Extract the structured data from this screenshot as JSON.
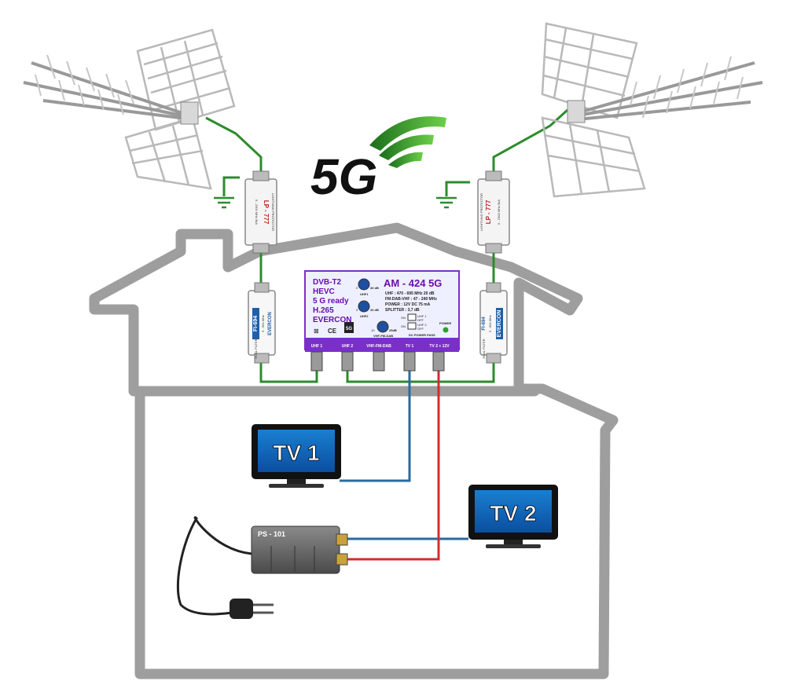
{
  "logo_5g": "5G",
  "amplifier": {
    "model": "AM - 424 5G",
    "features": [
      "DVB-T2",
      "HEVC",
      "5 G ready",
      "H.265",
      "EVERCON"
    ],
    "specs": [
      "UHF : 470 - 695 MHz 20 dB",
      "FM-DAB-VHF : 47 - 240 MHz",
      "POWER : 12V DC 75 mA",
      "SPLITTER : 3,7 dB"
    ],
    "knobs": {
      "uhf1": {
        "label": "UHF1",
        "min": "0",
        "max": "30 dB"
      },
      "uhf2": {
        "label": "UHF2",
        "min": "0",
        "max": "20 dB"
      },
      "vhf": {
        "label": "VHF-FM-DAB",
        "min": "10",
        "max": "25dB"
      }
    },
    "switches": [
      {
        "on": "ON",
        "label": "UHF 1",
        "off": "OFF"
      },
      {
        "on": "ON",
        "label": "UHF 2",
        "off": "OFF"
      }
    ],
    "dc_power_pass": "DC POWER PASS",
    "power_led": "POWER",
    "badge": "5G",
    "ports": [
      "UHF 1",
      "UHF 2",
      "VHF-FM-DAB",
      "TV 1",
      "TV 2 + 12V"
    ]
  },
  "protector": {
    "brand": "LP - 777",
    "subtitle": "LIGHTNING PROTECTOR",
    "range": "5 - 2300 MHz  5kA"
  },
  "filter": {
    "model": "FI-694",
    "brand": "EVERCON",
    "subtitle": "DUAL FILTER",
    "range": "5 - 694 MHz"
  },
  "tv1_label": "TV 1",
  "tv2_label": "TV 2",
  "power_supply": "PS - 101",
  "colors": {
    "house": "#9e9e9e",
    "green_cable": "#2e8b2e",
    "blue_cable": "#2a6aa0",
    "red_cable": "#cc3030",
    "amp_face": "#eef0ff",
    "amp_strip": "#7b2fc9"
  }
}
